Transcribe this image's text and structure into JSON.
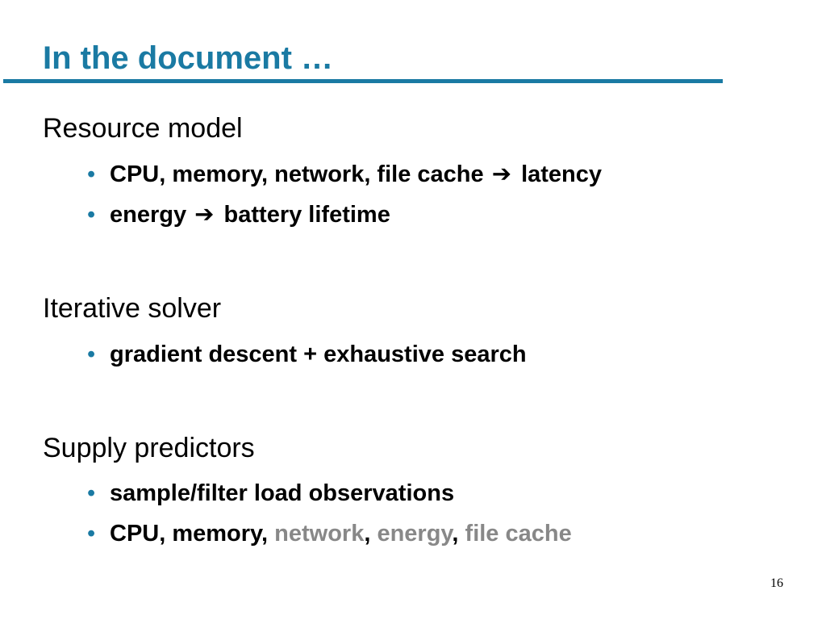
{
  "slide": {
    "title": "In the document …",
    "page_number": "16"
  },
  "sections": [
    {
      "heading": "Resource model",
      "bullets": [
        {
          "before": "CPU, memory, network, file cache",
          "arrow": "➔",
          "after": "latency"
        },
        {
          "before": "energy",
          "arrow": "➔",
          "after": "battery lifetime"
        }
      ]
    },
    {
      "heading": "Iterative solver",
      "bullets": [
        {
          "text": "gradient descent + exhaustive search"
        }
      ]
    },
    {
      "heading": "Supply predictors",
      "bullets": [
        {
          "text": "sample/filter load observations"
        },
        {
          "part1": "CPU, memory,",
          "network": "network",
          "sep1": ",",
          "energy": "energy",
          "sep2": ",",
          "file_cache": "file cache"
        }
      ]
    }
  ],
  "bullet_glyph": "•",
  "colors": {
    "title": "#1a7aa3",
    "bullet": "#1a7aa3",
    "grey_text": "#888888"
  }
}
